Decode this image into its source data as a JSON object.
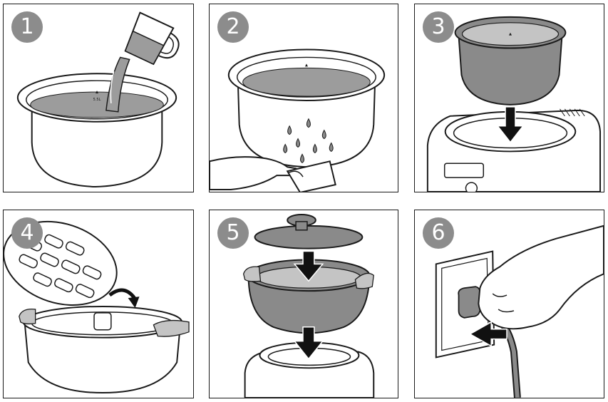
{
  "steps": [
    {
      "number": "1",
      "icon": "pour-water-into-inner-pot-icon"
    },
    {
      "number": "2",
      "icon": "wipe-outside-of-pot-icon"
    },
    {
      "number": "3",
      "icon": "place-pot-into-cooker-icon"
    },
    {
      "number": "4",
      "icon": "attach-steam-basket-icon"
    },
    {
      "number": "5",
      "icon": "close-lid-and-place-pot-icon"
    },
    {
      "number": "6",
      "icon": "plug-into-wall-outlet-icon"
    }
  ],
  "pot_marking": "5.5L",
  "colors": {
    "frame": "#1a1a1a",
    "badge": "#8c8c8c",
    "pot_dark": "#8a8a8a",
    "water": "#9c9c9c",
    "arrow": "#111111",
    "skin": "#ffffff"
  }
}
